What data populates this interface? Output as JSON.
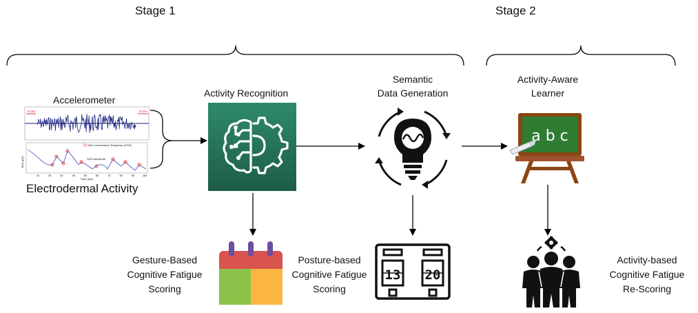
{
  "stages": {
    "stage1": "Stage 1",
    "stage2": "Stage 2"
  },
  "inputs": {
    "accelerometer": "Accelerometer",
    "eda": "Electrodermal Activity",
    "plot_noise_left": "Noise",
    "plot_noise_right": "Noise",
    "plot_legend": "Skin Conductance Response (SCR)",
    "plot_amplitude": "SCR Amplitude",
    "plot_xlabel": "Time (sec)",
    "plot_ylabel": "EDA (µS)",
    "plot_xticks": [
      "10",
      "20",
      "30",
      "40",
      "50",
      "60",
      "70",
      "80",
      "90",
      "100"
    ]
  },
  "nodes": {
    "activity_recognition": "Activity Recognition",
    "semantic_line1": "Semantic",
    "semantic_line2": "Data Generation",
    "learner_line1": "Activity-Aware",
    "learner_line2": "Learner"
  },
  "learner_board_text": "a b c",
  "outputs": {
    "gesture": [
      "Gesture-Based",
      "Cognitive Fatigue",
      "Scoring"
    ],
    "posture": [
      "Posture-based",
      "Cognitive Fatigue",
      "Scoring"
    ],
    "activity": [
      "Activity-based",
      "Cognitive Fatigue",
      "Re-Scoring"
    ]
  },
  "scoreboard": {
    "left": "13",
    "right": "20"
  },
  "colors": {
    "ai_box_top": "#2e8a6a",
    "ai_box_bottom": "#1d5c49",
    "calendar_top": "#d9534f",
    "calendar_green": "#8bc34a",
    "calendar_orange": "#fbb540",
    "calendar_rings": "#6b4fa0",
    "board_green": "#2e7d32",
    "board_frame": "#8b4513",
    "signal_blue": "#1a237e",
    "noise_red": "#e53935"
  },
  "icons": [
    "brain-gear-icon",
    "lightbulb-cycle-icon",
    "chalkboard-icon",
    "calendar-icon",
    "scoreboard-icon",
    "team-gear-icon"
  ]
}
